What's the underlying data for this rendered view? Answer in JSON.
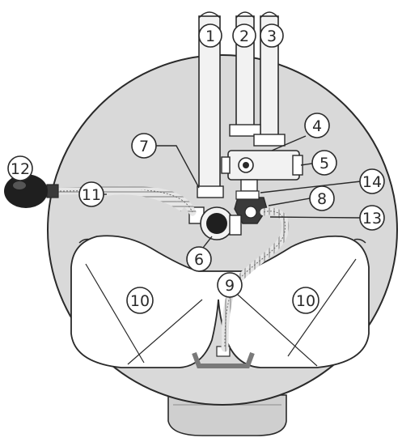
{
  "callouts": [
    {
      "id": "c1",
      "label": "1"
    },
    {
      "id": "c2",
      "label": "2"
    },
    {
      "id": "c3",
      "label": "3"
    },
    {
      "id": "c4",
      "label": "4"
    },
    {
      "id": "c5",
      "label": "5"
    },
    {
      "id": "c6",
      "label": "6"
    },
    {
      "id": "c7",
      "label": "7"
    },
    {
      "id": "c8",
      "label": "8"
    },
    {
      "id": "c9",
      "label": "9"
    },
    {
      "id": "c10a",
      "label": "10"
    },
    {
      "id": "c10b",
      "label": "10"
    },
    {
      "id": "c11",
      "label": "11"
    },
    {
      "id": "c12",
      "label": "12"
    },
    {
      "id": "c13",
      "label": "13"
    },
    {
      "id": "c14",
      "label": "14"
    }
  ],
  "colors": {
    "housing": "#d9d9d9",
    "outline": "#2a2a2a",
    "pipe": "#eeeeee",
    "tank": "#ffffff",
    "valve_dark": "#3a3a3a",
    "bulb": "#1f1f1f"
  }
}
